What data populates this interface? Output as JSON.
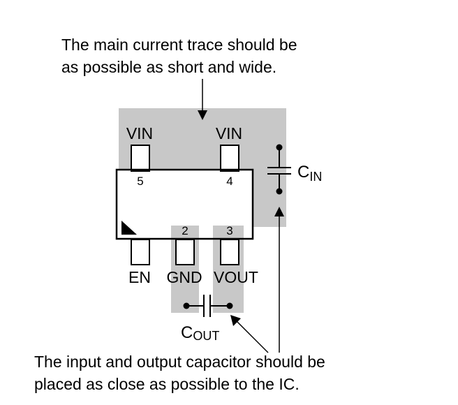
{
  "top_note": {
    "line1": "The main current trace should be",
    "line2": "as possible as short and wide."
  },
  "bottom_note": {
    "line1": "The input and output capacitor should be",
    "line2": "placed as close as possible to the IC."
  },
  "pins": {
    "p5": {
      "number": "5",
      "name": "VIN"
    },
    "p4": {
      "number": "4",
      "name": "VIN"
    },
    "p2": {
      "number": "2",
      "name": "GND"
    },
    "p3": {
      "number": "3",
      "name": "VOUT"
    },
    "p1": {
      "name": "EN"
    }
  },
  "capacitors": {
    "cin": {
      "main": "C",
      "sub": "IN"
    },
    "cout": {
      "main": "C",
      "sub": "OUT"
    }
  },
  "colors": {
    "trace": "#c8c8c8",
    "line": "#000000"
  }
}
